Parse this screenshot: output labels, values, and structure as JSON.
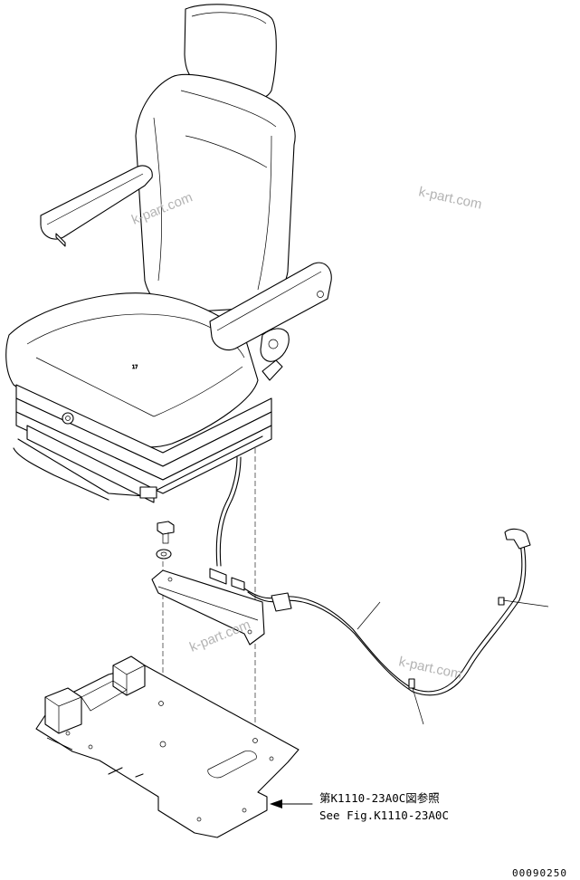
{
  "watermarks": [
    "k-part.com",
    "k-part.com",
    "k-part.com",
    "k-part.com"
  ],
  "reference_note": {
    "japanese": "第K1110-23A0C図参照",
    "english": "See Fig.K1110-23A0C"
  },
  "part_number": "00090250",
  "seat_mark": "17"
}
